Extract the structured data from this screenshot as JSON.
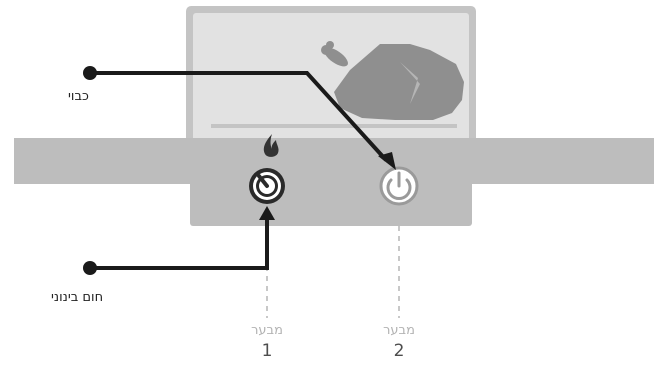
{
  "callouts": {
    "off_label": "כבוי",
    "medium_label": "חום בינוני"
  },
  "burners": [
    {
      "word": "מבער",
      "number": "1",
      "state": "medium"
    },
    {
      "word": "מבער",
      "number": "2",
      "state": "off"
    }
  ],
  "icons": {
    "left_knob": "knob-medium-icon",
    "right_knob": "power-off-icon",
    "flame": "flame-icon",
    "food": "roast-chicken-icon"
  },
  "colors": {
    "panel_gray": "#bdbdbd",
    "oven_window": "#e0e0e0",
    "oven_frame": "#c4c4c4",
    "chicken": "#8f8f8f",
    "callout_line": "#1a1a1a",
    "dash_line": "#c8c8c8"
  }
}
